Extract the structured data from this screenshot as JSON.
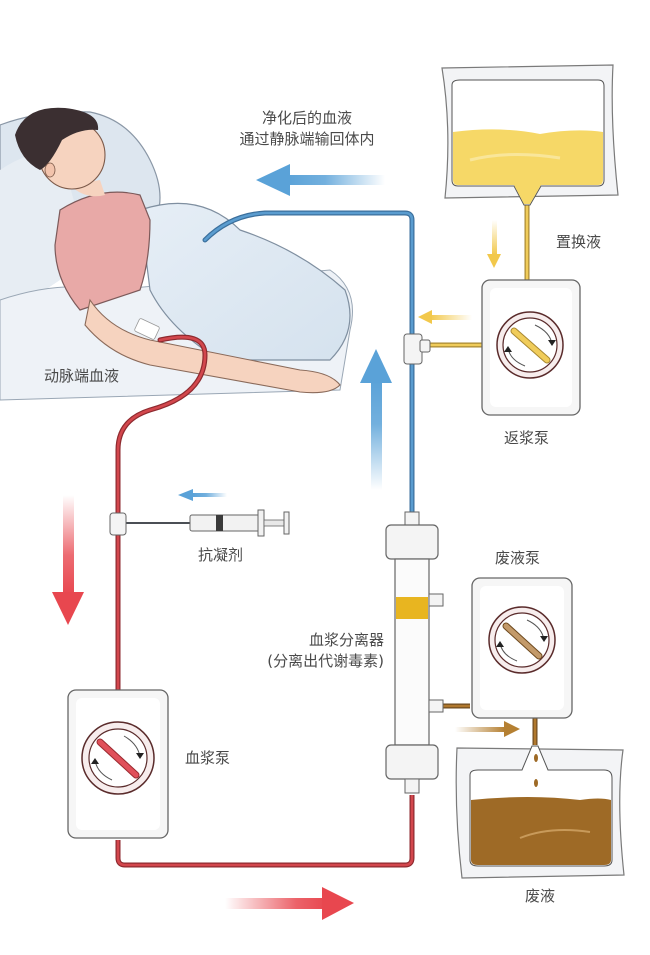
{
  "diagram": {
    "type": "process-flow",
    "subject": "plasma exchange / plasma separation circuit",
    "colors": {
      "arterial_blood": "#c8393f",
      "venous_blood": "#4f8ec4",
      "replacement_fluid": "#e9c448",
      "waste_fluid": "#9c6a2a",
      "flow_arrow_red": "#e8474f",
      "flow_arrow_blue": "#5aa2d8",
      "label_text": "#4a4a4a"
    }
  },
  "labels": {
    "returned_blood_line1": "净化后的血液",
    "returned_blood_line2": "通过静脉端输回体内",
    "replacement_fluid": "置换液",
    "return_pump": "返浆泵",
    "arterial_blood": "动脉端血液",
    "anticoagulant": "抗凝剂",
    "plasma_separator_line1": "血浆分离器",
    "plasma_separator_line2": "(分离出代谢毒素)",
    "waste_pump": "废液泵",
    "plasma_pump": "血浆泵",
    "waste_fluid": "废液"
  },
  "nodes": [
    {
      "id": "patient",
      "label": ""
    },
    {
      "id": "replacement-bag",
      "label": "置换液"
    },
    {
      "id": "return-pump",
      "label": "返浆泵"
    },
    {
      "id": "anticoagulant-syringe",
      "label": "抗凝剂"
    },
    {
      "id": "plasma-pump",
      "label": "血浆泵"
    },
    {
      "id": "plasma-separator",
      "label": "血浆分离器 (分离出代谢毒素)"
    },
    {
      "id": "waste-pump",
      "label": "废液泵"
    },
    {
      "id": "waste-bag",
      "label": "废液"
    }
  ],
  "edges": [
    {
      "from": "patient",
      "to": "plasma-pump",
      "label": "动脉端血液",
      "color": "red"
    },
    {
      "from": "anticoagulant-syringe",
      "to": "arterial-line",
      "color": "blue"
    },
    {
      "from": "plasma-pump",
      "to": "plasma-separator",
      "color": "red"
    },
    {
      "from": "plasma-separator",
      "to": "waste-pump",
      "color": "brown"
    },
    {
      "from": "waste-pump",
      "to": "waste-bag",
      "color": "brown"
    },
    {
      "from": "replacement-bag",
      "to": "return-pump",
      "color": "yellow"
    },
    {
      "from": "return-pump",
      "to": "venous-line",
      "color": "yellow"
    },
    {
      "from": "plasma-separator",
      "to": "patient",
      "label": "净化后的血液 通过静脉端输回体内",
      "color": "blue"
    }
  ]
}
